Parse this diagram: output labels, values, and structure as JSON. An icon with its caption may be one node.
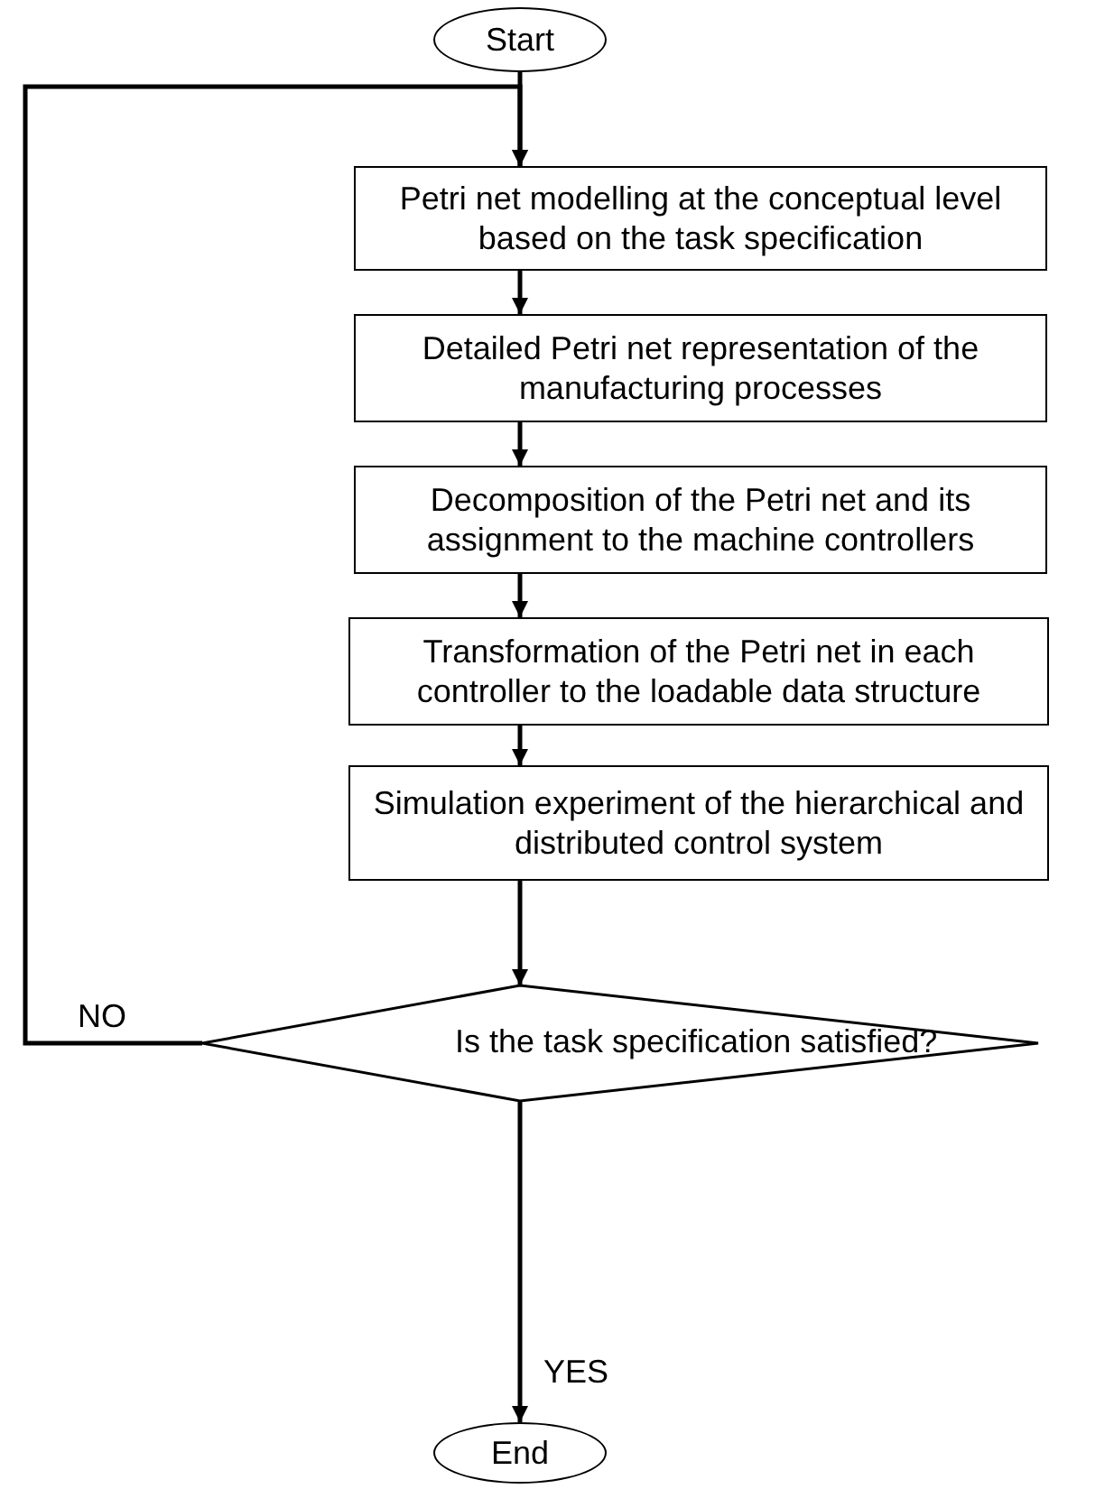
{
  "diagram": {
    "nodes": [
      {
        "text": [
          "Start"
        ]
      },
      {
        "text": [
          "Petri net modelling at the conceptual level based on the task specification"
        ]
      },
      {
        "text": [
          "Detailed Petri net representation of the manufacturing processes"
        ]
      },
      {
        "text": [
          "Decomposition of the Petri net and its assignment to the machine controllers"
        ]
      },
      {
        "text": [
          "Transformation of the Petri net in each controller to the loadable data structure"
        ]
      },
      {
        "text": [
          "Simulation experiment of the hierarchical and distributed control system"
        ]
      },
      {
        "text": [
          "Is the task specification satisfied?"
        ]
      },
      {
        "text": [
          "End"
        ]
      }
    ],
    "edges": [
      {
        "from": 0,
        "to": 1,
        "arrow": "to"
      },
      {
        "from": 1,
        "to": 2,
        "arrow": "to"
      },
      {
        "from": 2,
        "to": 3,
        "arrow": "to"
      },
      {
        "from": 3,
        "to": 4,
        "arrow": "to"
      },
      {
        "from": 4,
        "to": 5,
        "arrow": "to"
      },
      {
        "from": 5,
        "to": 6,
        "arrow": "to"
      },
      {
        "from": 6,
        "to": 1,
        "arrow": "to",
        "label": "NO"
      },
      {
        "from": 6,
        "to": 7,
        "arrow": "to",
        "label": "YES"
      }
    ]
  }
}
